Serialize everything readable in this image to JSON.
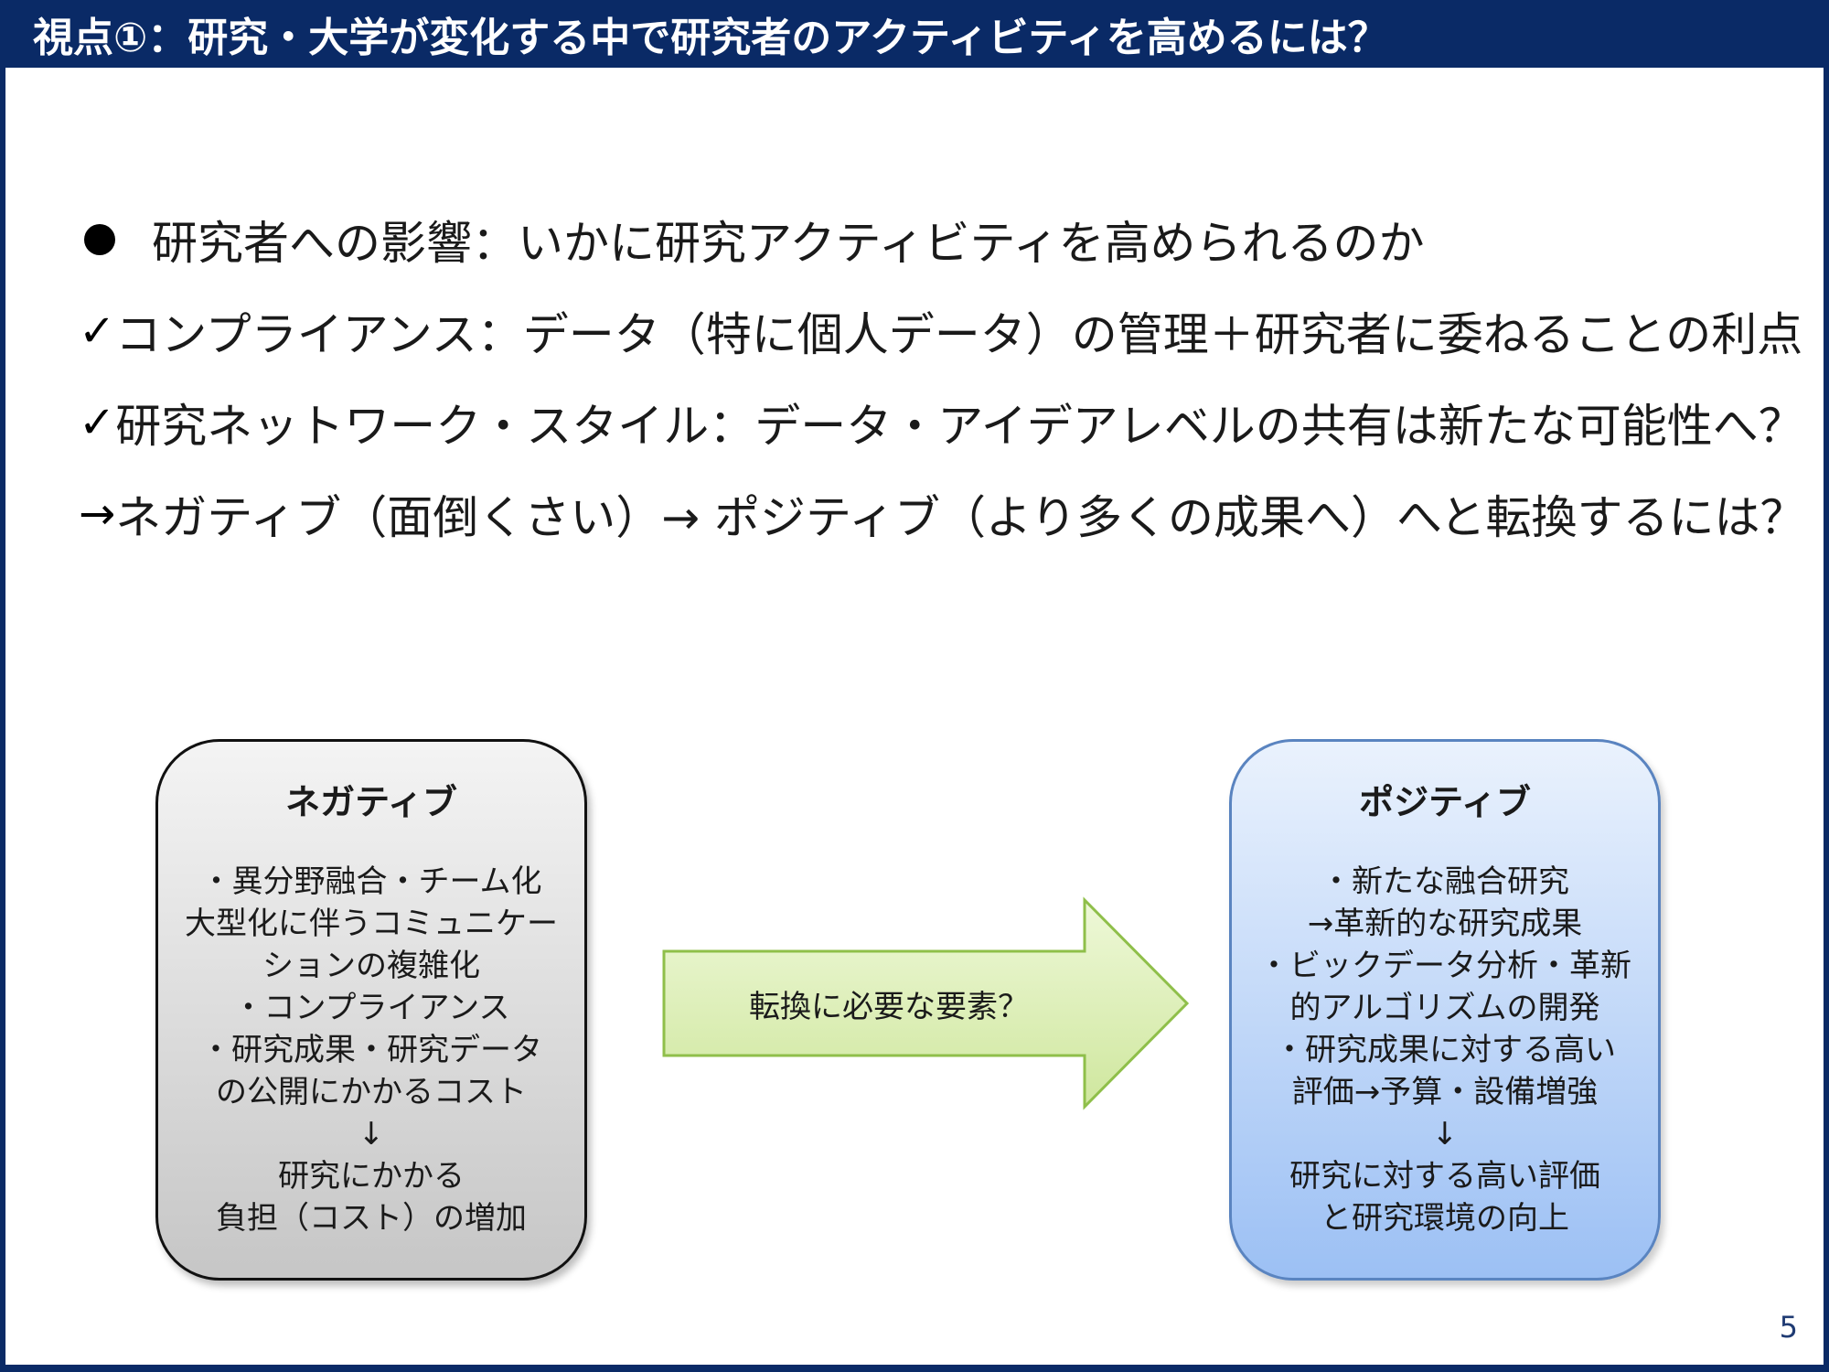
{
  "title": "視点①：研究・大学が変化する中で研究者のアクティビティを高めるには？",
  "bullets": [
    {
      "marker": "",
      "text": "研究者への影響：いかに研究アクティビティを高められるのか"
    },
    {
      "marker": "✓",
      "text": "コンプライアンス：データ（特に個人データ）の管理＋研究者に委ねることの利点"
    },
    {
      "marker": "✓",
      "text": "研究ネットワーク・スタイル：データ・アイデアレベルの共有は新たな可能性へ？"
    },
    {
      "marker": "→",
      "text": "ネガティブ（面倒くさい）→ ポジティブ（より多くの成果へ）へと転換するには？"
    }
  ],
  "negative": {
    "title": "ネガティブ",
    "lines": [
      "・異分野融合・チーム化",
      "大型化に伴うコミュニケー",
      "ションの複雑化",
      "・コンプライアンス",
      "・研究成果・研究データ",
      "の公開にかかるコスト",
      "↓",
      "研究にかかる",
      "負担（コスト）の増加"
    ]
  },
  "arrow": {
    "label": "転換に必要な要素？"
  },
  "positive": {
    "title": "ポジティブ",
    "lines": [
      "・新たな融合研究",
      "→革新的な研究成果",
      "・ビックデータ分析・革新",
      "的アルゴリズムの開発",
      "・研究成果に対する高い",
      "評価→予算・設備増強",
      "↓",
      "研究に対する高い評価",
      "と研究環境の向上"
    ]
  },
  "page_number": "5",
  "colors": {
    "title_bar": "#0a2a66",
    "arrow_fill": "#d8eeb0",
    "arrow_stroke": "#8fbf4a",
    "positive_border": "#5a84c0"
  }
}
